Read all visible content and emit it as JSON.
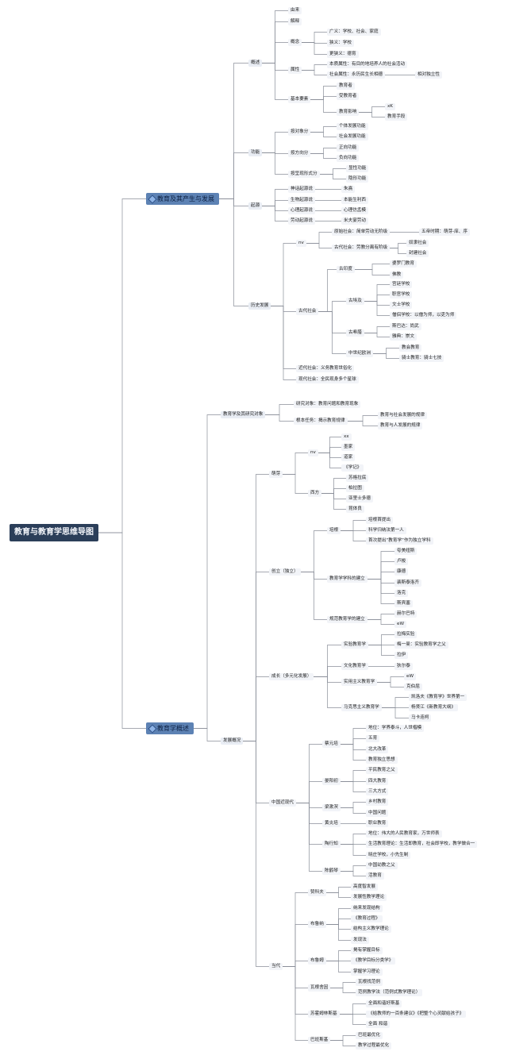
{
  "root": "教育与教育学思维导图",
  "main1": "教育及其产生与发展",
  "main2": "教育学概述",
  "n": {
    "a1": "概述",
    "a1_1": "由来",
    "a1_2": "解释",
    "a1_3": "概念",
    "a1_3_1": "广义：学校、社会、家庭",
    "a1_3_2": "狭义：学校",
    "a1_3_3": "更狭义：德育",
    "a1_4": "属性",
    "a1_4_1": "本质属性：有目的地培养人的社会活动",
    "a1_4_2": "社会属性：永历民生长相德",
    "a1_4_2_1": "相对独立性",
    "a1_5": "基本要素",
    "a1_5_1": "教育者",
    "a1_5_2": "受教育者",
    "a1_5_3": "教育影响",
    "a1_5_3_1": "xK",
    "a1_5_3_2": "教育手段",
    "a2": "功能",
    "a2_1": "按对象分",
    "a2_1_1": "个体发展功能",
    "a2_1_2": "社会发展功能",
    "a2_2": "按方向分",
    "a2_2_1": "正向功能",
    "a2_2_2": "负向功能",
    "a2_3": "按呈现形式分",
    "a2_3_1": "显性功能",
    "a2_3_2": "隐形功能",
    "a3": "起源",
    "a3_1": "神话起源说",
    "a3_1_1": "朱熹",
    "a3_2": "生物起源说",
    "a3_2_1": "本能生利西",
    "a3_3": "心理起源说",
    "a3_3_1": "心理仿孟模",
    "a3_4": "劳动起源说",
    "a3_4_1": "米夫宴劳动",
    "a4": "历史发展",
    "a4_1": "nv",
    "a4_1_1": "原始社会：简单劳动无阶级",
    "a4_1_1_1": "五帝时期：萌芽-庠、序",
    "a4_1_2": "古代社会：劳教分离有阶级",
    "a4_1_2_1": "奴隶社会",
    "a4_1_2_2": "封建社会",
    "a4_2": "古代社会",
    "a4_2_1": "古印度",
    "a4_2_1_1": "婆罗门教育",
    "a4_2_1_2": "佛教",
    "a4_2_2": "古埃及",
    "a4_2_2_1": "宫廷学校",
    "a4_2_2_2": "职官学校",
    "a4_2_2_3": "文士学校",
    "a4_2_2_4": "僧侣学校：以僧为师，以吏为师",
    "a4_2_3": "古希腊",
    "a4_2_3_1": "斯巴达：尚武",
    "a4_2_3_2": "雅典：崇文",
    "a4_2_4": "中世纪欧洲",
    "a4_2_4_1": "教会教育",
    "a4_2_4_2": "骑士教育：骑士七技",
    "a4_3": "近代社会：义务教育世俗化",
    "a4_4": "现代社会：全民现身多个星球",
    "b1": "教育学及其研究对象",
    "b1_1": "研究对象：教育问题和教育现象",
    "b1_2": "根本任务：揭示教育规律",
    "b1_2_1": "教育与社会发展的规律",
    "b1_2_2": "教育与人发展的规律",
    "b2": "发展概况",
    "b2_1": "萌芽",
    "b2_1_1": "nv",
    "b2_1_1_1": "xx",
    "b2_1_1_2": "墨家",
    "b2_1_1_3": "道家",
    "b2_1_1_4": "《学记》",
    "b2_1_2": "西方",
    "b2_1_2_1": "苏格拉底",
    "b2_1_2_2": "柏拉图",
    "b2_1_2_3": "亚里士多德",
    "b2_1_2_4": "昆体良",
    "b2_2": "创立（独立）",
    "b2_2_1": "培根",
    "b2_2_1_1": "培根首提出",
    "b2_2_1_2": "科学归纳法第一人",
    "b2_2_1_3": "首次提出“教育学”作为独立学科",
    "b2_2_2": "教育学学科的建立",
    "b2_2_2_1": "夸美纽斯",
    "b2_2_2_2": "卢梭",
    "b2_2_2_3": "康德",
    "b2_2_2_4": "裴斯泰洛齐",
    "b2_2_2_5": "洛克",
    "b2_2_2_6": "斯宾塞",
    "b2_2_3": "规范教育学的建立",
    "b2_2_3_1": "赫尔巴特",
    "b2_2_3_2": "eW",
    "b2_3": "成长（多元化发展）",
    "b2_3_1": "实验教育学",
    "b2_3_1_1": "拉梅实验",
    "b2_3_1_2": "梅一曼：实验教育学之父",
    "b2_3_1_3": "拉伊",
    "b2_3_2": "文化教育学",
    "b2_3_2_1": "狄尔泰",
    "b2_3_3": "实用主义教育学",
    "b2_3_3_1": "eW",
    "b2_3_3_2": "克伯屈",
    "b2_3_4": "马克思主义教育学",
    "b2_3_4_1": "凯洛夫《教育学》世界第一",
    "b2_3_4_2": "杨贤江《新教育大纲》",
    "b2_3_4_3": "马卡连柯",
    "b2_4": "中国近现代",
    "b2_4_1": "蔡元培",
    "b2_4_1_1": "地位：学界泰斗，人世楷模",
    "b2_4_1_2": "五育",
    "b2_4_1_3": "北大改革",
    "b2_4_1_4": "教育独立思想",
    "b2_4_2": "晏阳初",
    "b2_4_2_1": "平民教育之父",
    "b2_4_2_2": "四大教育",
    "b2_4_2_3": "三大方式",
    "b2_4_3": "梁漱溟",
    "b2_4_3_1": "乡村教育",
    "b2_4_3_2": "中国问题",
    "b2_4_4": "黄炎培",
    "b2_4_4_1": "职业教育",
    "b2_4_5": "陶行知",
    "b2_4_5_1": "地位：伟大的人民教育家，万世师表",
    "b2_4_5_2": "生活教育理论：生活即教育，社会即学校，教学做合一",
    "b2_4_5_3": "晓庄学校，小先生制",
    "b2_4_6": "陈鹤琴",
    "b2_4_6_1": "中国幼教之父",
    "b2_4_6_2": "活教育",
    "b2_5": "当代",
    "b2_5_1": "赞科夫",
    "b2_5_1_1": "高度智发展",
    "b2_5_1_2": "发展性教学理论",
    "b2_5_2": "布鲁纳",
    "b2_5_2_1": "纳来发现结构",
    "b2_5_2_2": "《教育过程》",
    "b2_5_2_3": "结构主义教学理论",
    "b2_5_2_4": "发现法",
    "b2_5_3": "布鲁姆",
    "b2_5_3_1": "掲有掌握目标",
    "b2_5_3_2": "《教学目标分类学》",
    "b2_5_3_3": "掌握学习理论",
    "b2_5_4": "瓦根舍因",
    "b2_5_4_1": "瓦根找范例",
    "b2_5_4_2": "范例教学法（范例式教学理论）",
    "b2_5_5": "苏霍姆林斯基",
    "b2_5_5_1": "全面和谐好斯基",
    "b2_5_5_2": "《给教师的一百条建议》《把整个心灵献给孩子》",
    "b2_5_5_3": "全面 和谐",
    "b2_5_6": "巴班斯基",
    "b2_5_6_1": "巴班最优化",
    "b2_5_6_2": "教学过程最优化"
  }
}
